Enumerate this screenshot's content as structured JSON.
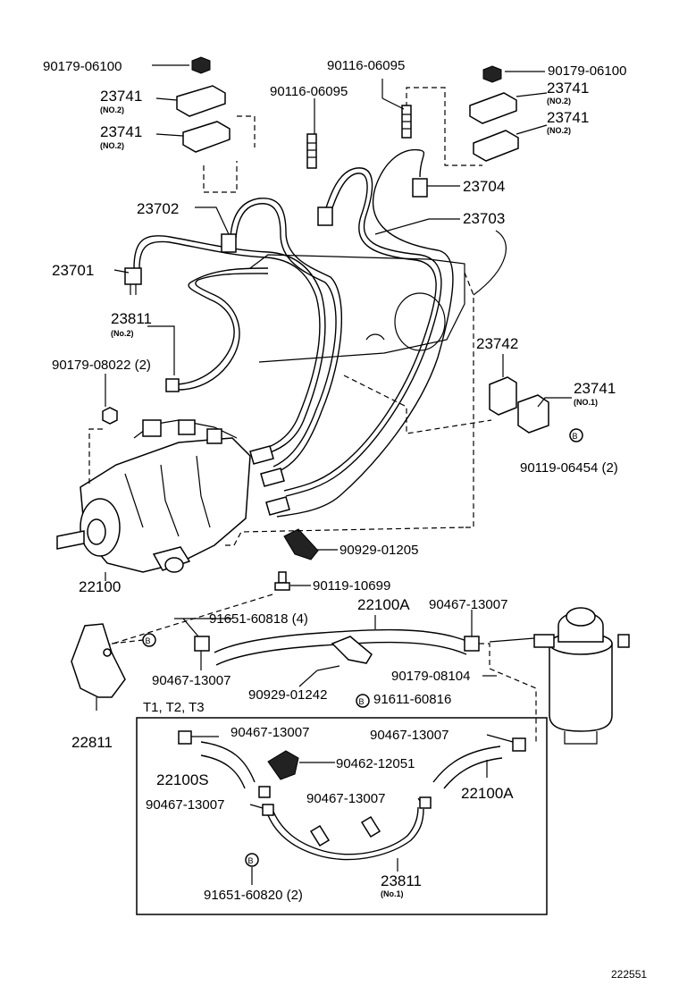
{
  "labels": {
    "p90179_06100_l": "90179-06100",
    "p23741_l1": "23741",
    "p23741_l1_sub": "(NO.2)",
    "p23741_l2": "23741",
    "p23741_l2_sub": "(NO.2)",
    "p90116_06095_a": "90116-06095",
    "p90116_06095_b": "90116-06095",
    "p90179_06100_r": "90179-06100",
    "p23741_r1": "23741",
    "p23741_r1_sub": "(NO.2)",
    "p23741_r2": "23741",
    "p23741_r2_sub": "(NO.2)",
    "p23704": "23704",
    "p23703": "23703",
    "p23702": "23702",
    "p23701": "23701",
    "p23811_top": "23811",
    "p23811_top_sub": "(No.2)",
    "p90179_08022": "90179-08022 (2)",
    "p23742": "23742",
    "p23741_no1": "23741",
    "p23741_no1_sub": "(NO.1)",
    "p90119_06454": "90119-06454 (2)",
    "p90929_01205": "90929-01205",
    "p22100": "22100",
    "p90119_10699": "90119-10699",
    "p91651_60818": "91651-60818 (4)",
    "p22100A_top": "22100A",
    "p90467_13007_tr": "90467-13007",
    "p90467_13007_ml": "90467-13007",
    "p90179_08104": "90179-08104",
    "p90929_01242": "90929-01242",
    "p91611_60816": "91611-60816",
    "p22811": "22811",
    "t_models": "T1, T2, T3",
    "p90467_13007_bl1": "90467-13007",
    "p90467_13007_br1": "90467-13007",
    "p22100S": "22100S",
    "p90462_12051": "90462-12051",
    "p22100A_bot": "22100A",
    "p90467_13007_bl2": "90467-13007",
    "p90467_13007_br2": "90467-13007",
    "p23811_bot": "23811",
    "p23811_bot_sub": "(No.1)",
    "p91651_60820": "91651-60820 (2)",
    "figure_id": "222551"
  },
  "symbols": {
    "bolt_marker": "B"
  },
  "colors": {
    "ink": "#000000",
    "paper": "#ffffff"
  }
}
